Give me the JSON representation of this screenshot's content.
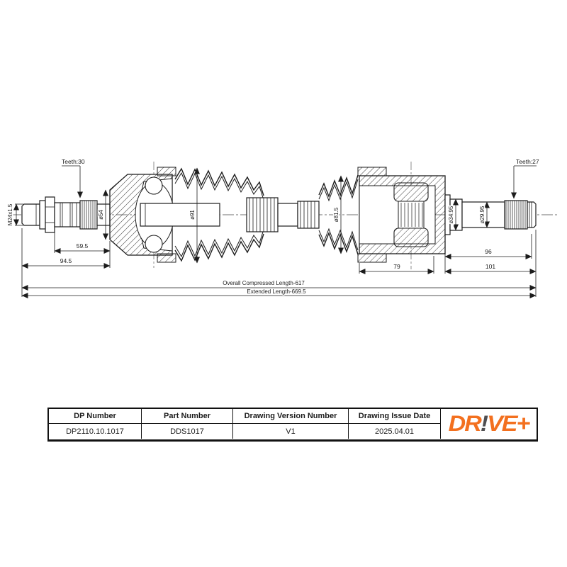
{
  "drawing": {
    "teeth_outer": "Teeth:30",
    "teeth_inner": "Teeth:27",
    "thread_label": "M24x1.5",
    "dia_outer_joint": "ø54",
    "dia_boot": "ø91",
    "dia_inner_joint": "ø81.5",
    "dia_stub_seat": "ø34.95",
    "dia_stub_shaft": "ø29.95",
    "dim_spline_section": "59.5",
    "dim_outer_section": "94.5",
    "dim_inner_housing": "79",
    "dim_stub_96": "96",
    "dim_stub_101": "101",
    "compressed_length": "Overall Compressed Length-617",
    "extended_length": "Extended Length-669.5"
  },
  "title_block": {
    "headers": [
      "DP Number",
      "Part Number",
      "Drawing Version Number",
      "Drawing Issue Date"
    ],
    "values": [
      "DP2110.10.1017",
      "DDS1017",
      "V1",
      "2025.04.01"
    ],
    "logo": {
      "dr": "DR",
      "bang": "!",
      "ve": "VE+"
    }
  },
  "colors": {
    "logo_orange": "#F3701F",
    "logo_dark": "#4E4E50",
    "line": "#1c1c1c"
  }
}
